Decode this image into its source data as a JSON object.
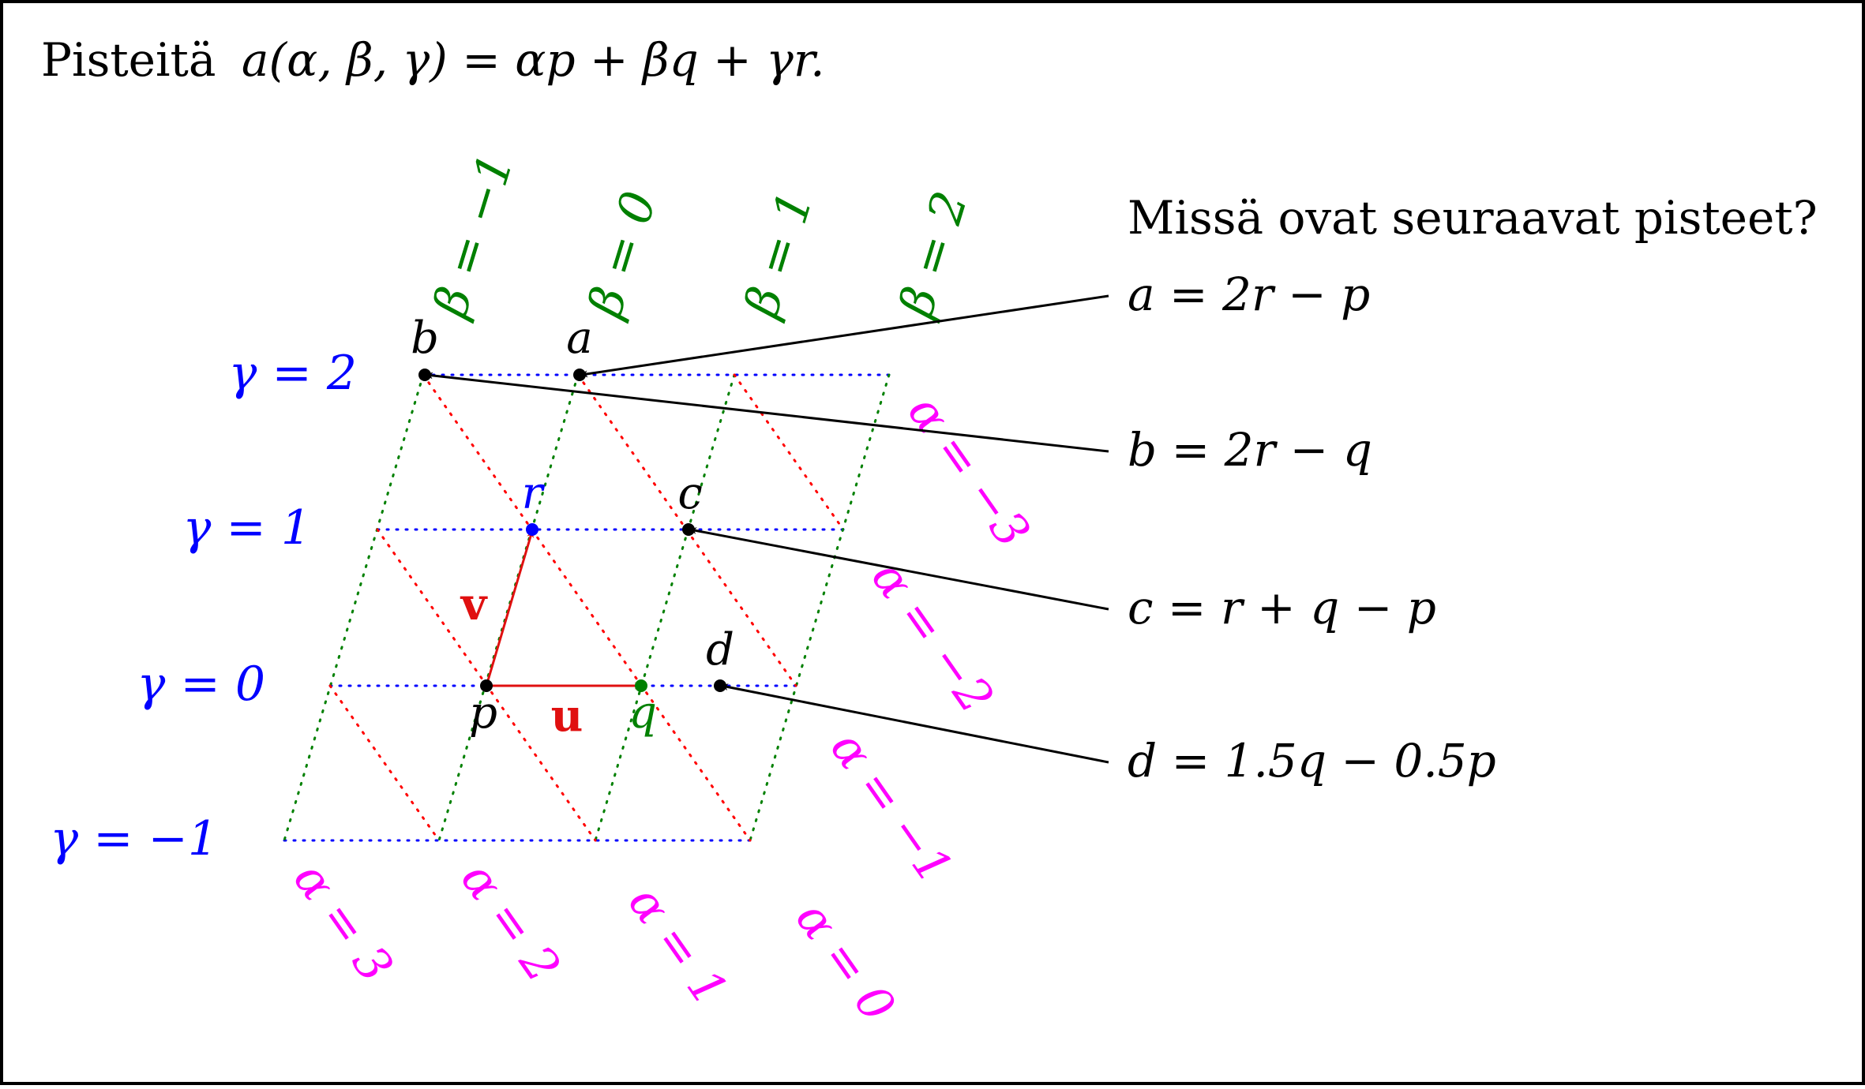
{
  "colors": {
    "blue": "#0000ff",
    "green": "#008000",
    "magenta": "#ff00ff",
    "red": "#ff0000",
    "arrow_red": "#e01010",
    "black": "#000000"
  },
  "title": {
    "word": "Pisteitä",
    "formula": "a(α, β, γ) = αp + βq + γr."
  },
  "question": "Missä ovat seuraavat pisteet?",
  "equations": {
    "a": "a = 2r − p",
    "b": "b = 2r − q",
    "c": "c = r + q − p",
    "d": "d = 1.5q − 0.5p"
  },
  "gamma_labels": [
    "γ = 2",
    "γ = 1",
    "γ = 0",
    "γ = −1"
  ],
  "beta_labels": [
    "β = −1",
    "β = 0",
    "β = 1",
    "β = 2"
  ],
  "alpha_bottom_labels": [
    "α = 3",
    "α = 2",
    "α = 1",
    "α = 0"
  ],
  "alpha_right_labels": [
    "α = −3",
    "α = −2",
    "α = −1"
  ],
  "point_labels": {
    "a": "a",
    "b": "b",
    "c": "c",
    "d": "d",
    "p": "p",
    "q": "q",
    "r": "r"
  },
  "vector_labels": {
    "u": "u",
    "v": "v"
  }
}
